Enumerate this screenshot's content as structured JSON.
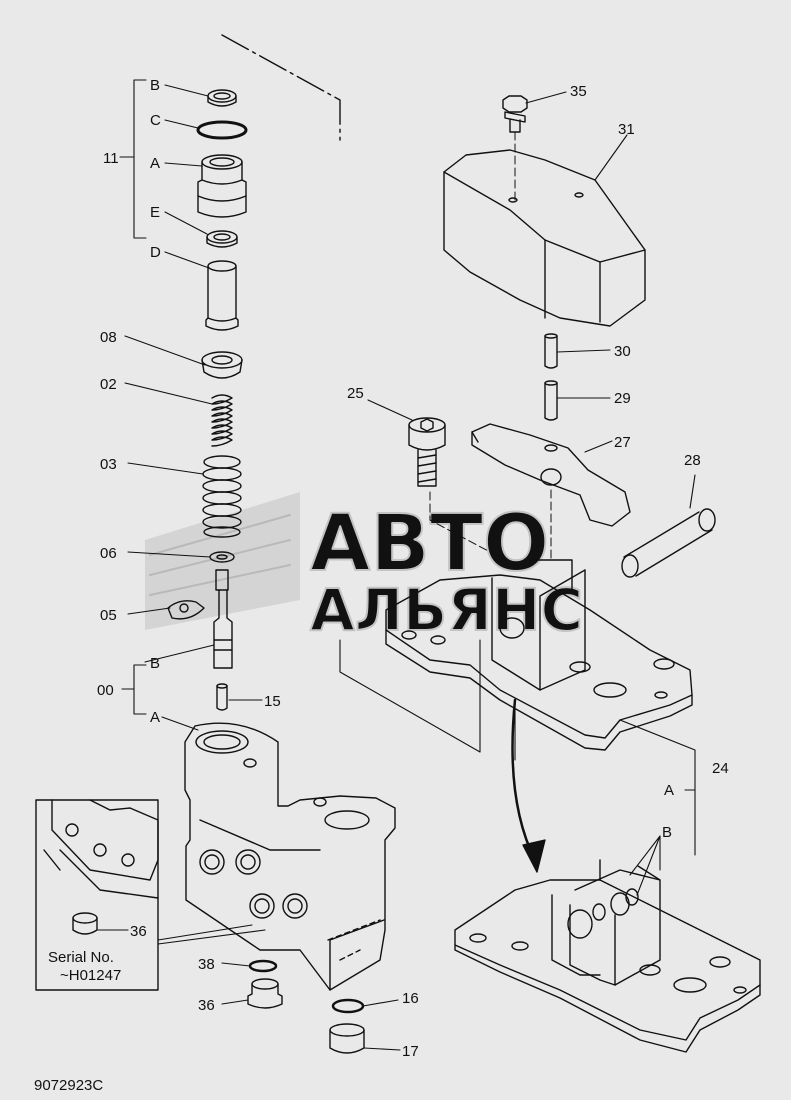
{
  "diagram": {
    "drawing_number": "9072923C",
    "watermark_line1": "АВТО",
    "watermark_line2": "АЛЬЯНС",
    "inset_serial_label": "Serial No.",
    "inset_serial_value": "~H01247",
    "labels": {
      "B_top": "B",
      "C": "C",
      "A_top": "A",
      "E": "E",
      "D": "D",
      "group11": "11",
      "p08": "08",
      "p02": "02",
      "p03": "03",
      "p06": "06",
      "p05": "05",
      "B_mid": "B",
      "group00": "00",
      "A_mid": "A",
      "p15": "15",
      "p36_inset": "36",
      "p38": "38",
      "p36": "36",
      "p16": "16",
      "p17": "17",
      "p35": "35",
      "p31": "31",
      "p30": "30",
      "p29": "29",
      "p25": "25",
      "p27": "27",
      "p28": "28",
      "p24": "24",
      "A_right": "A",
      "B_right": "B"
    }
  }
}
